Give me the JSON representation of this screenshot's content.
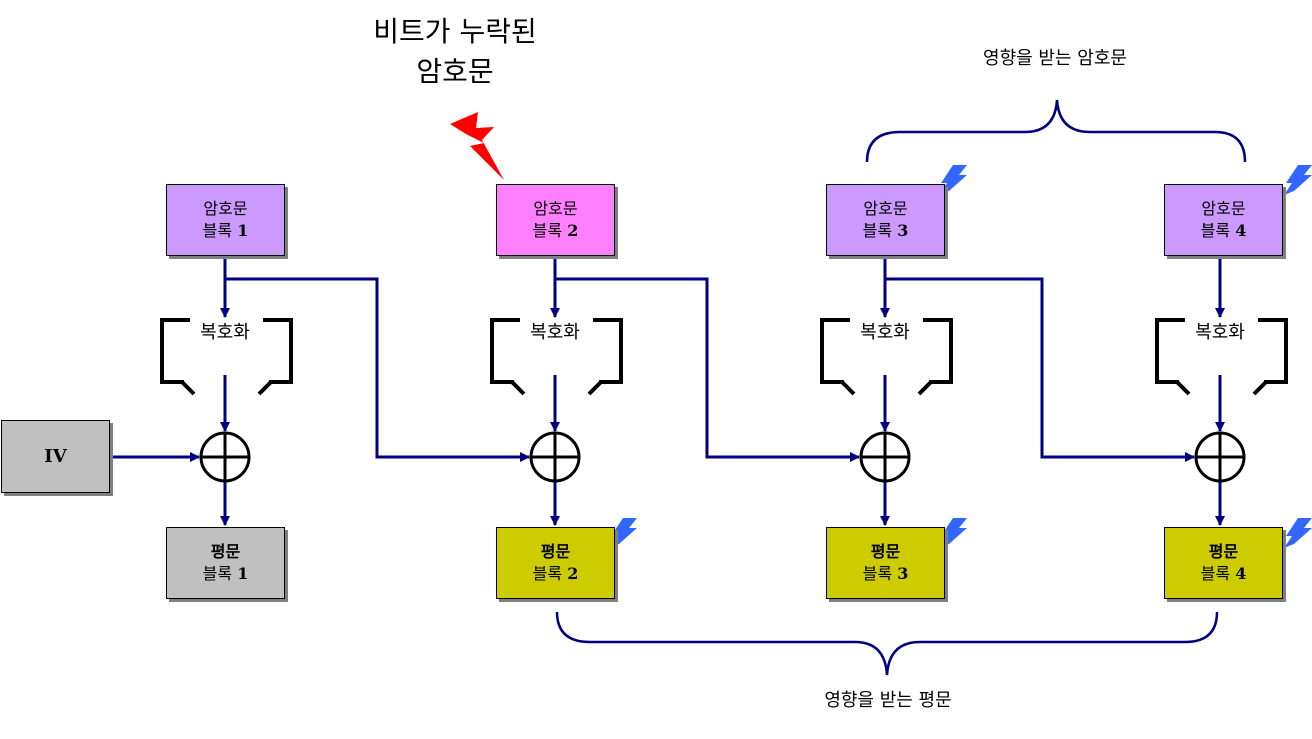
{
  "title": {
    "line1": "비트가 누락된",
    "line2": "암호문"
  },
  "captions": {
    "affected_ciphertext": "영향을 받는 암호문",
    "affected_plaintext": "영향을 받는 평문"
  },
  "iv_label": "IV",
  "decrypt_label": "복호화",
  "ciphertext_blocks": [
    {
      "line1": "암호문",
      "line2": "블록",
      "num": "1"
    },
    {
      "line1": "암호문",
      "line2": "블록",
      "num": "2"
    },
    {
      "line1": "암호문",
      "line2": "블록",
      "num": "3"
    },
    {
      "line1": "암호문",
      "line2": "블록",
      "num": "4"
    }
  ],
  "plaintext_blocks": [
    {
      "line1": "평문",
      "line2": "블록",
      "num": "1"
    },
    {
      "line1": "평문",
      "line2": "블록",
      "num": "2"
    },
    {
      "line1": "평문",
      "line2": "블록",
      "num": "3"
    },
    {
      "line1": "평문",
      "line2": "블록",
      "num": "4"
    }
  ],
  "colors": {
    "ciphertext_normal": "#cc99ff",
    "ciphertext_corrupted": "#ff80ff",
    "plaintext_iv": "#c0c0c0",
    "plaintext_affected": "#cccc00",
    "arrow": "#000080",
    "brace": "#000080",
    "lightning_red": "#ff0000",
    "lightning_blue": "#3366ff"
  }
}
